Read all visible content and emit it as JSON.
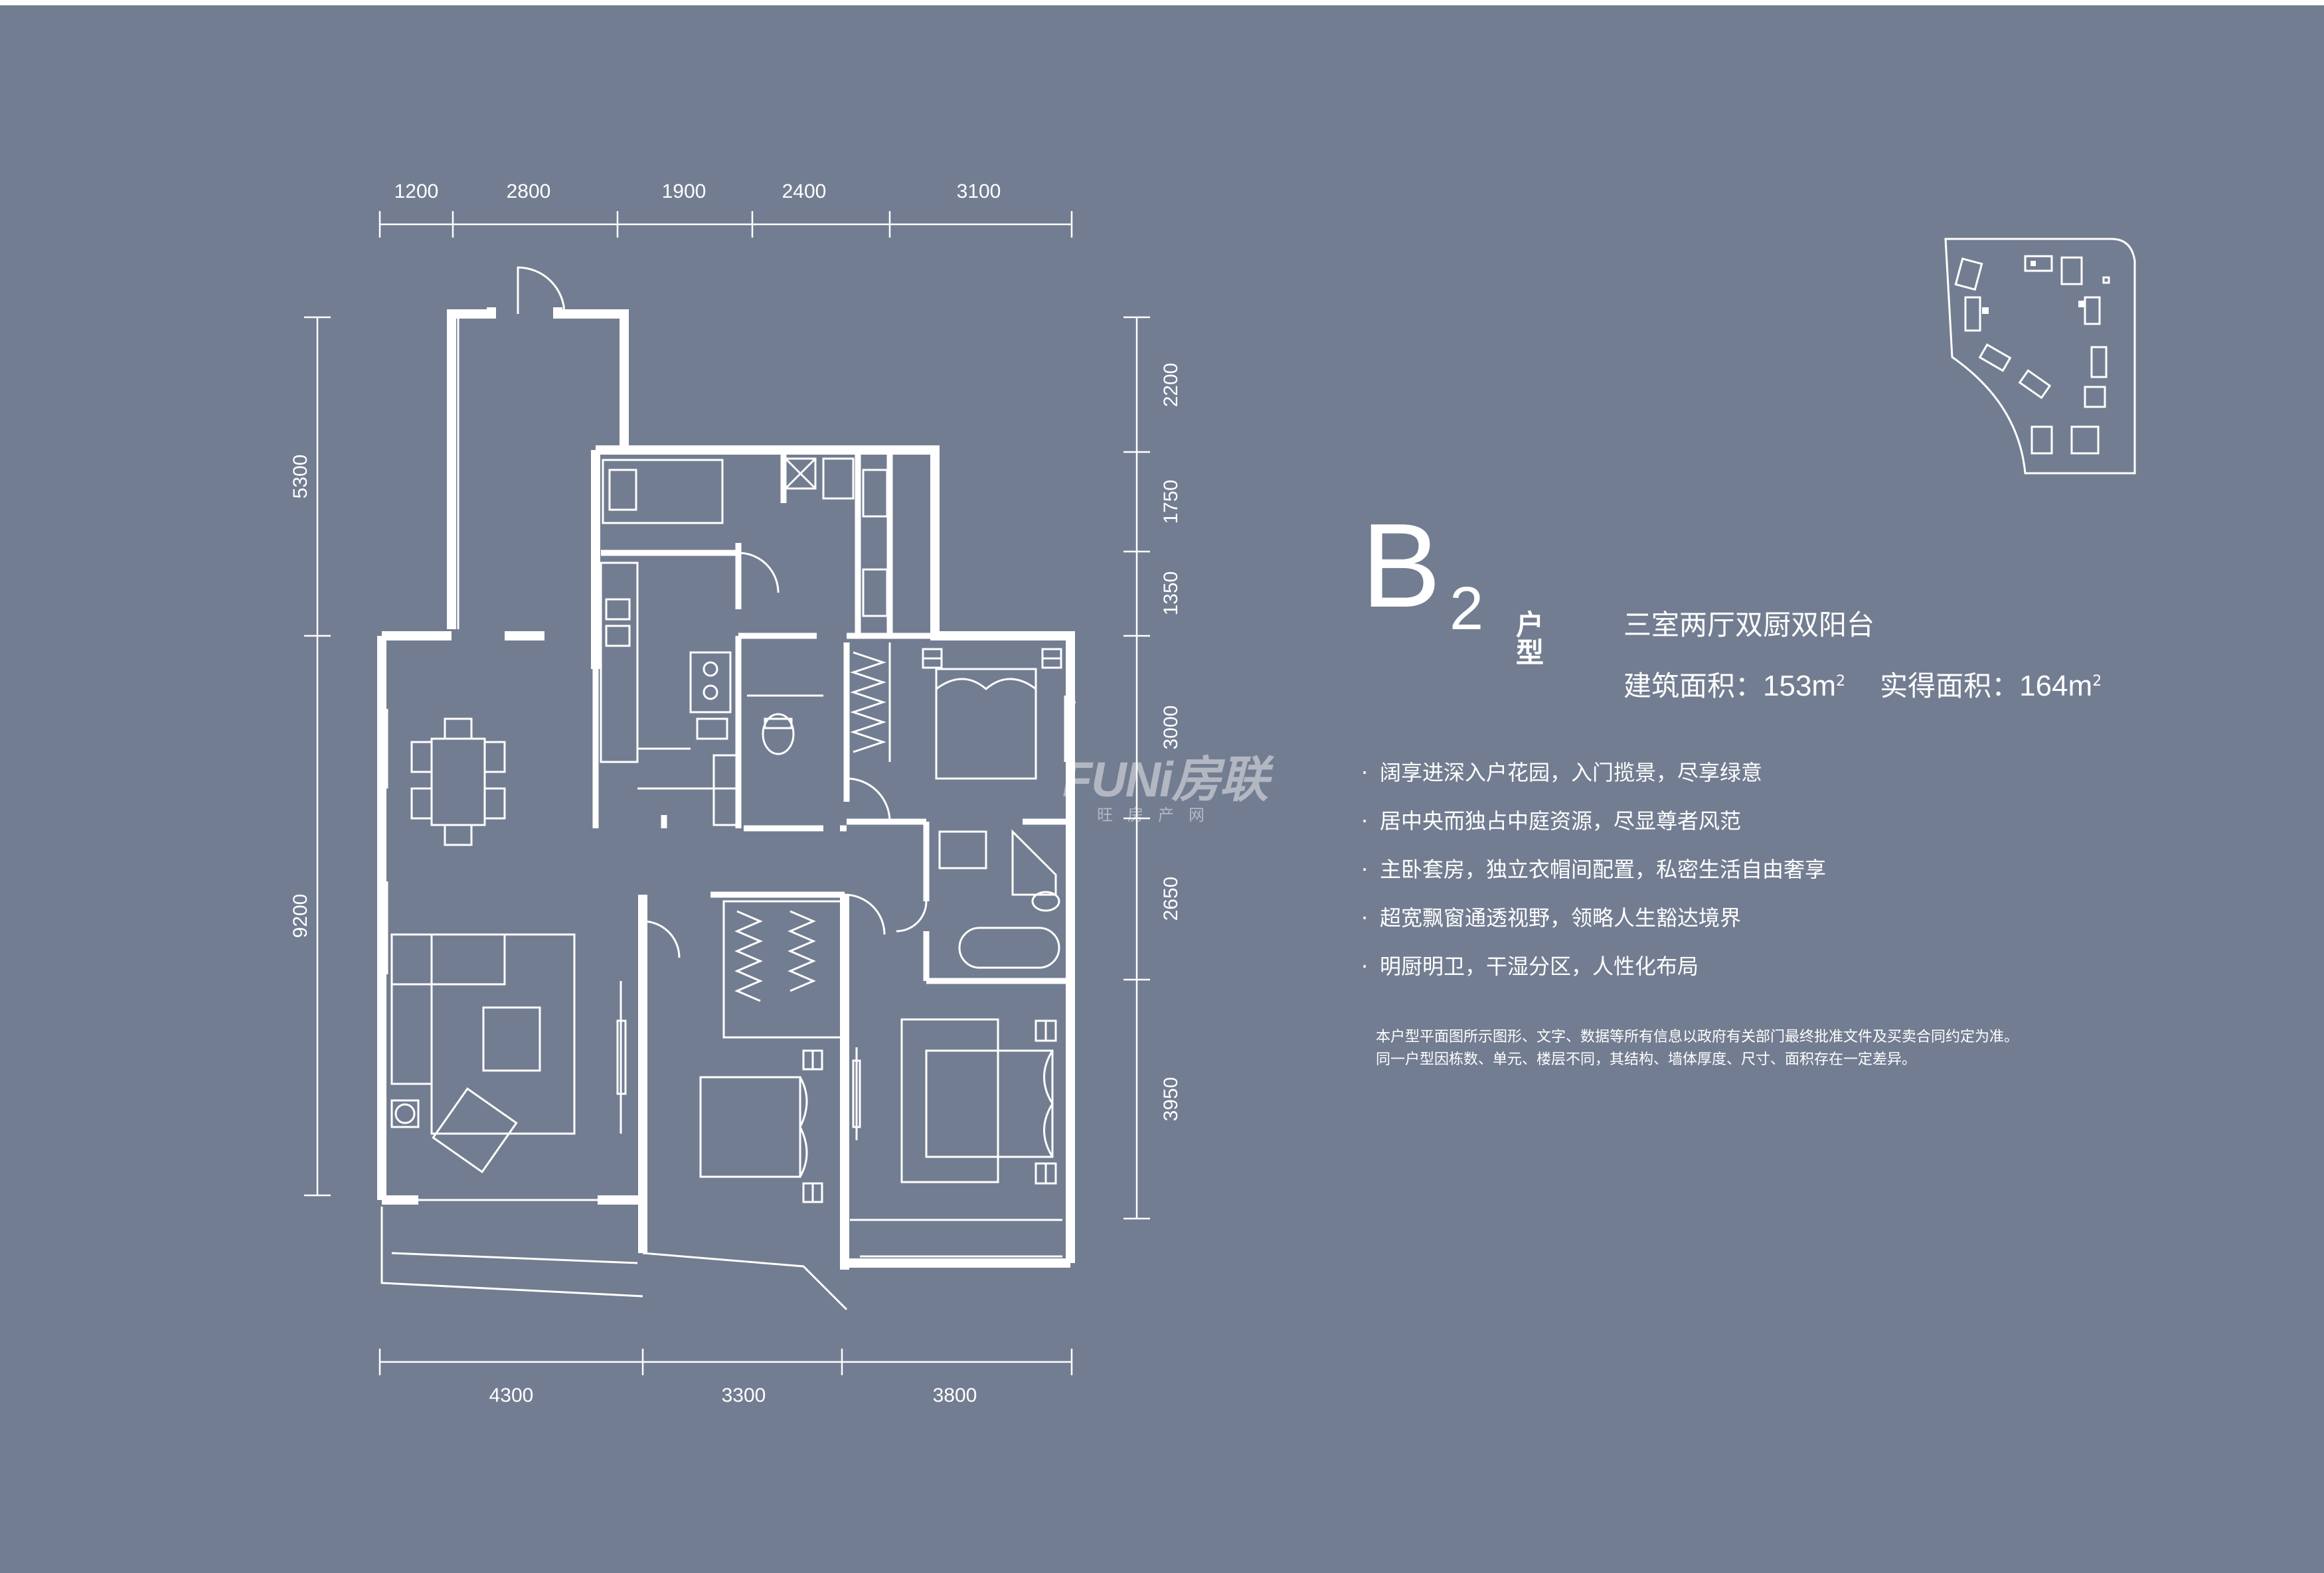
{
  "dimensions": {
    "top": [
      "1200",
      "2800",
      "1900",
      "2400",
      "3100"
    ],
    "bottom": [
      "4300",
      "3300",
      "3800"
    ],
    "left": [
      "5300",
      "9200"
    ],
    "right": [
      "2200",
      "1750",
      "1350",
      "3000",
      "2650",
      "3950"
    ]
  },
  "unit_type": {
    "letter": "B",
    "number": "2",
    "word": "户型",
    "layout": "三室两厅双厨双阳台"
  },
  "areas": {
    "building_label": "建筑面积：",
    "building_value": "153m",
    "actual_label": "实得面积：",
    "actual_value": "164m",
    "superscript": "2"
  },
  "features": [
    {
      "bullet": "·",
      "text": "阔享进深入户花园，入门揽景，尽享绿意"
    },
    {
      "bullet": "·",
      "text": "居中央而独占中庭资源，尽显尊者风范"
    },
    {
      "bullet": "·",
      "text": "主卧套房，独立衣帽间配置，私密生活自由奢享"
    },
    {
      "bullet": "·",
      "text": "超宽飘窗通透视野，领略人生豁达境界"
    },
    {
      "bullet": "·",
      "text": "明厨明卫，干湿分区，人性化布局"
    }
  ],
  "disclaimer": {
    "line1": "本户型平面图所示图形、文字、数据等所有信息以政府有关部门最终批准文件及买卖合同约定为准。",
    "line2": "同一户型因栋数、单元、楼层不同，其结构、墙体厚度、尺寸、面积存在一定差异。"
  },
  "watermark": {
    "main": "FUNi房联",
    "sub": "旺房产网"
  },
  "colors": {
    "background": "#737d91",
    "line": "#ffffff"
  },
  "icons": [
    "site-plan-icon",
    "floor-plan-diagram"
  ]
}
